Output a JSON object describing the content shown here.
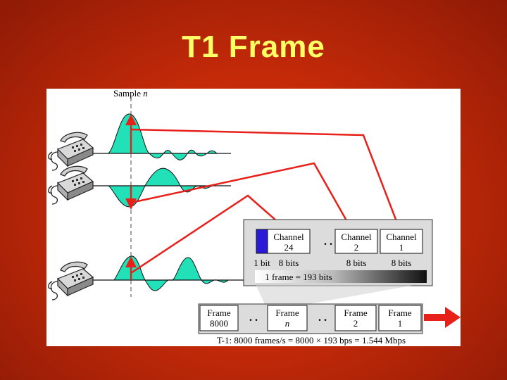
{
  "slide": {
    "title": "T1 Frame"
  },
  "diagram": {
    "sample_label": "Sample",
    "sample_var": "n",
    "channel_frame": {
      "channels": [
        {
          "line1": "Channel",
          "line2": "24"
        },
        {
          "line1": "Channel",
          "line2": "2"
        },
        {
          "line1": "Channel",
          "line2": "1"
        }
      ],
      "bit_labels": [
        "1 bit",
        "8 bits",
        "8 bits",
        "8 bits"
      ],
      "ellipsis": ". .",
      "frame_size": "1 frame = 193 bits"
    },
    "frames": [
      {
        "line1": "Frame",
        "line2": "8000"
      },
      {
        "line1": "Frame",
        "line2": "n"
      },
      {
        "line1": "Frame",
        "line2": "2"
      },
      {
        "line1": "Frame",
        "line2": "1"
      }
    ],
    "frames_ellipsis": ". .",
    "rate_caption": "T-1: 8000 frames/s = 8000 × 193 bps = 1.544 Mbps",
    "colors": {
      "waveform": "#22e0b8",
      "arrow": "#e8201a",
      "framing_bit": "#2b1bd9",
      "accent_title": "#ffff66"
    },
    "icons": [
      "telephone-icon",
      "telephone-icon",
      "telephone-icon",
      "output-arrow-icon"
    ]
  }
}
